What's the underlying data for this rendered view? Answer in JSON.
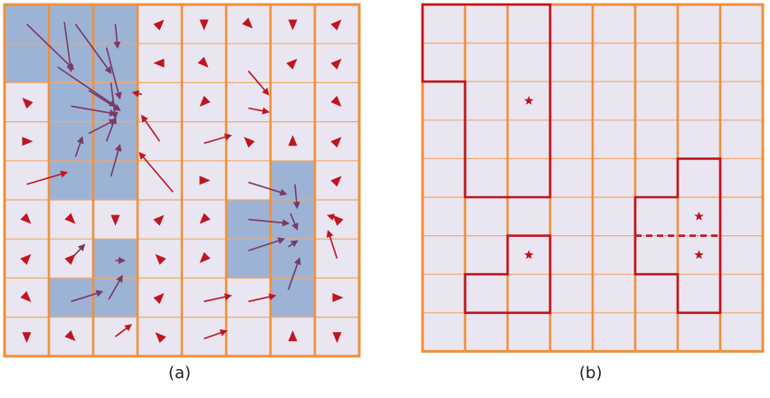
{
  "captions": {
    "a": "(a)",
    "b": "(b)"
  },
  "grid": {
    "rows": 9,
    "cols": 8
  },
  "colors": {
    "cell_fill": "#e9e6f2",
    "highlight_fill": "#9db3d6",
    "thin_line": "#f2a86a",
    "thick_line": "#f0913c",
    "arrow_light": "#c0151f",
    "arrow_dark": "#7a3a63",
    "region_outline": "#c0151f"
  },
  "panel_a": {
    "highlighted_cells": [
      [
        0,
        0
      ],
      [
        0,
        1
      ],
      [
        0,
        2
      ],
      [
        1,
        0
      ],
      [
        1,
        1
      ],
      [
        1,
        2
      ],
      [
        2,
        1
      ],
      [
        2,
        2
      ],
      [
        3,
        1
      ],
      [
        3,
        2
      ],
      [
        4,
        1
      ],
      [
        4,
        2
      ],
      [
        4,
        6
      ],
      [
        5,
        5
      ],
      [
        5,
        6
      ],
      [
        6,
        2
      ],
      [
        6,
        5
      ],
      [
        6,
        6
      ],
      [
        7,
        1
      ],
      [
        7,
        2
      ],
      [
        7,
        6
      ]
    ],
    "arrows": [
      {
        "from": [
          0.5,
          0.5
        ],
        "to": [
          1.55,
          1.65
        ],
        "c": "dark"
      },
      {
        "from": [
          1.35,
          0.45
        ],
        "to": [
          1.5,
          1.7
        ],
        "c": "dark"
      },
      {
        "from": [
          1.6,
          0.5
        ],
        "to": [
          2.4,
          1.75
        ],
        "c": "dark"
      },
      {
        "from": [
          2.5,
          0.5
        ],
        "to": [
          2.55,
          1.1
        ],
        "c": "dark"
      },
      {
        "from": [
          2.3,
          1.1
        ],
        "to": [
          2.6,
          2.4
        ],
        "c": "dark"
      },
      {
        "from": [
          1.2,
          1.6
        ],
        "to": [
          2.5,
          2.6
        ],
        "c": "dark"
      },
      {
        "from": [
          1.9,
          2.2
        ],
        "to": [
          2.6,
          2.7
        ],
        "c": "dark"
      },
      {
        "from": [
          1.5,
          2.6
        ],
        "to": [
          2.5,
          2.8
        ],
        "c": "dark"
      },
      {
        "from": [
          2.4,
          2.0
        ],
        "to": [
          2.5,
          2.9
        ],
        "c": "dark"
      },
      {
        "from": [
          1.9,
          3.3
        ],
        "to": [
          2.5,
          2.95
        ],
        "c": "dark"
      },
      {
        "from": [
          2.3,
          3.5
        ],
        "to": [
          2.5,
          2.9
        ],
        "c": "dark"
      },
      {
        "from": [
          1.6,
          3.9
        ],
        "to": [
          1.75,
          3.4
        ],
        "c": "dark"
      },
      {
        "from": [
          2.4,
          4.4
        ],
        "to": [
          2.6,
          3.6
        ],
        "c": "dark"
      },
      {
        "from": [
          0.5,
          4.6
        ],
        "to": [
          1.4,
          4.3
        ],
        "c": "light"
      },
      {
        "from": [
          3.1,
          2.3
        ],
        "to": [
          2.9,
          2.25
        ],
        "c": "light"
      },
      {
        "from": [
          3.5,
          3.5
        ],
        "to": [
          3.1,
          2.85
        ],
        "c": "light"
      },
      {
        "from": [
          3.8,
          4.8
        ],
        "to": [
          3.05,
          3.8
        ],
        "c": "light"
      },
      {
        "from": [
          5.5,
          1.7
        ],
        "to": [
          5.95,
          2.3
        ],
        "c": "light"
      },
      {
        "from": [
          5.5,
          2.65
        ],
        "to": [
          5.95,
          2.75
        ],
        "c": "light"
      },
      {
        "from": [
          4.5,
          3.55
        ],
        "to": [
          5.1,
          3.35
        ],
        "c": "light"
      },
      {
        "from": [
          5.5,
          4.55
        ],
        "to": [
          6.35,
          4.85
        ],
        "c": "dark"
      },
      {
        "from": [
          6.55,
          4.6
        ],
        "to": [
          6.6,
          5.2
        ],
        "c": "dark"
      },
      {
        "from": [
          5.5,
          5.5
        ],
        "to": [
          6.4,
          5.6
        ],
        "c": "dark"
      },
      {
        "from": [
          6.45,
          5.35
        ],
        "to": [
          6.6,
          5.75
        ],
        "c": "dark"
      },
      {
        "from": [
          5.5,
          6.3
        ],
        "to": [
          6.3,
          6.0
        ],
        "c": "dark"
      },
      {
        "from": [
          6.4,
          6.2
        ],
        "to": [
          6.6,
          6.05
        ],
        "c": "dark"
      },
      {
        "from": [
          6.4,
          7.3
        ],
        "to": [
          6.65,
          6.5
        ],
        "c": "dark"
      },
      {
        "from": [
          7.5,
          6.5
        ],
        "to": [
          7.3,
          5.8
        ],
        "c": "light"
      },
      {
        "from": [
          7.6,
          5.5
        ],
        "to": [
          7.3,
          5.4
        ],
        "c": "light"
      },
      {
        "from": [
          1.5,
          7.6
        ],
        "to": [
          2.2,
          7.35
        ],
        "c": "dark"
      },
      {
        "from": [
          2.35,
          7.55
        ],
        "to": [
          2.65,
          6.95
        ],
        "c": "dark"
      },
      {
        "from": [
          2.5,
          6.55
        ],
        "to": [
          2.7,
          6.55
        ],
        "c": "dark"
      },
      {
        "from": [
          1.55,
          6.45
        ],
        "to": [
          1.8,
          6.15
        ],
        "c": "dark"
      },
      {
        "from": [
          4.5,
          7.6
        ],
        "to": [
          5.1,
          7.45
        ],
        "c": "light"
      },
      {
        "from": [
          5.5,
          7.6
        ],
        "to": [
          6.1,
          7.45
        ],
        "c": "light"
      },
      {
        "from": [
          2.5,
          8.5
        ],
        "to": [
          2.85,
          8.2
        ],
        "c": "light"
      },
      {
        "from": [
          4.5,
          8.55
        ],
        "to": [
          5.0,
          8.35
        ],
        "c": "light"
      }
    ],
    "glyphs": [
      [
        3.5,
        0.5,
        "ne"
      ],
      [
        4.5,
        0.5,
        "s"
      ],
      [
        5.5,
        0.5,
        "se"
      ],
      [
        6.5,
        0.5,
        "s"
      ],
      [
        7.5,
        0.5,
        "ne"
      ],
      [
        3.5,
        1.5,
        "w"
      ],
      [
        4.5,
        1.5,
        "se"
      ],
      [
        6.5,
        1.5,
        "ne"
      ],
      [
        7.5,
        1.5,
        "ne"
      ],
      [
        0.5,
        2.5,
        "nw"
      ],
      [
        4.5,
        2.5,
        "sw"
      ],
      [
        7.5,
        2.5,
        "se"
      ],
      [
        0.5,
        3.5,
        "e"
      ],
      [
        5.5,
        3.5,
        "nw"
      ],
      [
        6.5,
        3.5,
        "n"
      ],
      [
        7.5,
        3.5,
        "ne"
      ],
      [
        4.5,
        4.5,
        "e"
      ],
      [
        7.5,
        4.5,
        "ne"
      ],
      [
        0.5,
        5.5,
        "se"
      ],
      [
        1.5,
        5.5,
        "se"
      ],
      [
        2.5,
        5.5,
        "s"
      ],
      [
        3.5,
        5.5,
        "ne"
      ],
      [
        4.5,
        5.5,
        "sw"
      ],
      [
        7.5,
        5.5,
        "nw"
      ],
      [
        0.5,
        6.5,
        "ne"
      ],
      [
        1.5,
        6.5,
        "ne"
      ],
      [
        3.5,
        6.5,
        "nw"
      ],
      [
        4.5,
        6.5,
        "sw"
      ],
      [
        0.5,
        7.5,
        "se"
      ],
      [
        3.5,
        7.5,
        "ne"
      ],
      [
        7.5,
        7.5,
        "e"
      ],
      [
        0.5,
        8.5,
        "s"
      ],
      [
        1.5,
        8.5,
        "se"
      ],
      [
        3.5,
        8.5,
        "nw"
      ],
      [
        6.5,
        8.5,
        "n"
      ],
      [
        7.5,
        8.5,
        "s"
      ]
    ]
  },
  "panel_b": {
    "regions": [
      {
        "points": [
          [
            0,
            0
          ],
          [
            3,
            0
          ],
          [
            3,
            5
          ],
          [
            1,
            5
          ],
          [
            1,
            2
          ],
          [
            0,
            2
          ]
        ],
        "star": [
          2.5,
          2.5
        ]
      },
      {
        "points": [
          [
            2,
            6
          ],
          [
            3,
            6
          ],
          [
            3,
            8
          ],
          [
            1,
            8
          ],
          [
            1,
            7
          ],
          [
            2,
            7
          ]
        ],
        "star": [
          2.5,
          6.5
        ]
      },
      {
        "points": [
          [
            6,
            4
          ],
          [
            7,
            4
          ],
          [
            7,
            8
          ],
          [
            6,
            8
          ],
          [
            6,
            7
          ],
          [
            5,
            7
          ],
          [
            5,
            5
          ],
          [
            6,
            5
          ]
        ],
        "star": [
          6.5,
          5.5
        ]
      }
    ],
    "extra_stars": [
      [
        6.5,
        6.5
      ]
    ],
    "dashed_segment": [
      [
        5,
        6
      ],
      [
        7,
        6
      ]
    ]
  }
}
